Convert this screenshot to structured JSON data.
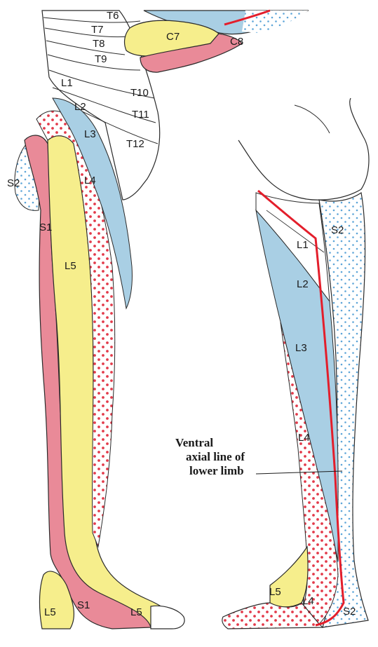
{
  "colors": {
    "pink": "#e98a98",
    "yellow": "#f6ee8c",
    "blue": "#a9cfe4",
    "red_dot": "#e33b4b",
    "blue_dot": "#5da5d8",
    "axial_line": "#e31e2b",
    "outline": "#2a2a2a"
  },
  "labels": {
    "t6": "T6",
    "t7": "T7",
    "t8": "T8",
    "t9": "T9",
    "t10": "T10",
    "t11": "T11",
    "t12": "T12",
    "c7": "C7",
    "c8": "C8",
    "left_l1": "L1",
    "left_l2": "L2",
    "left_l3": "L3",
    "left_l4": "L4",
    "left_s2": "S2",
    "left_s1": "S1",
    "left_l5": "L5",
    "foot_l5_a": "L5",
    "foot_s1": "S1",
    "foot_l5_b": "L5",
    "right_s2": "S2",
    "right_l1": "L1",
    "right_l2": "L2",
    "right_l3": "L3",
    "right_l4": "L4",
    "right_l5": "L5",
    "right_foot_l4": "L4",
    "right_foot_s2": "S2"
  },
  "caption": {
    "line1": "Ventral",
    "line2": "axial line of",
    "line3": "lower limb"
  }
}
